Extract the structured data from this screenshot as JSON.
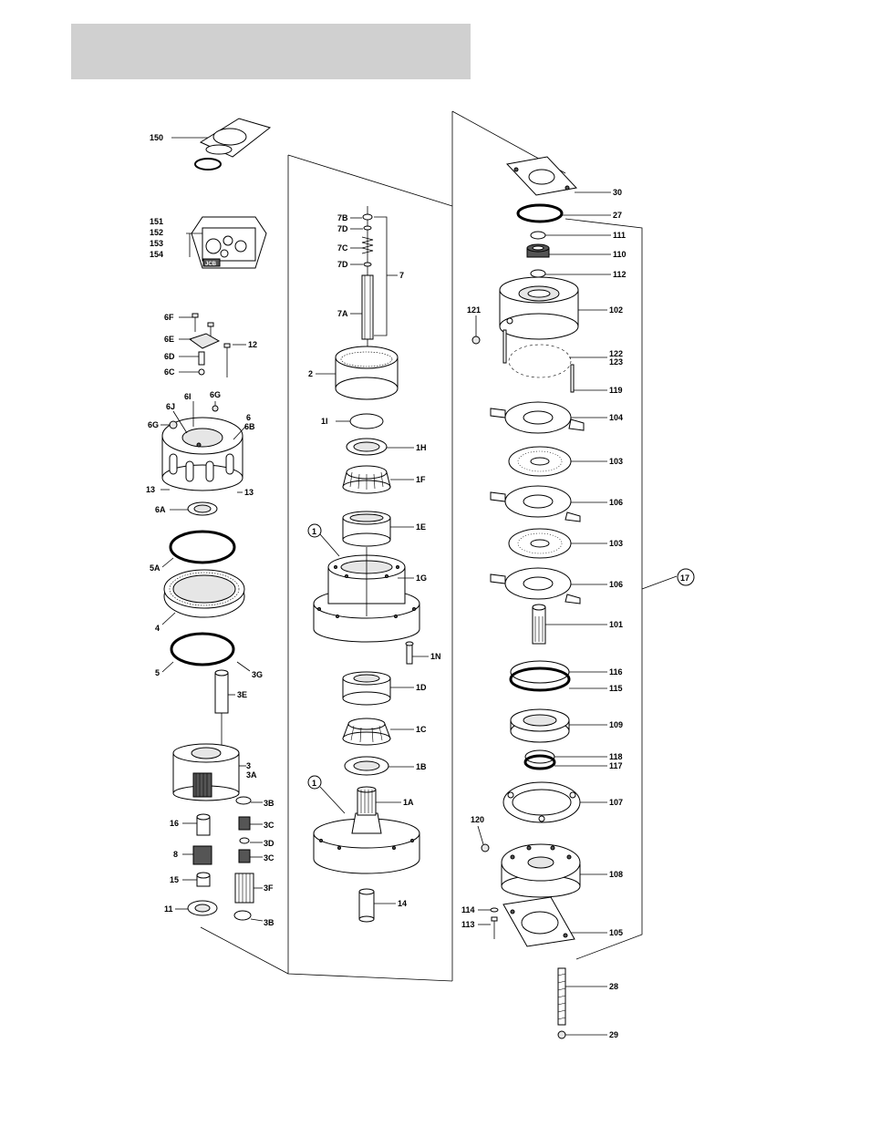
{
  "header": {
    "bar_color": "#d0d0d0"
  },
  "labels": {
    "l150": "150",
    "l151": "151",
    "l152": "152",
    "l153": "153",
    "l154": "154",
    "l6F": "6F",
    "l6E": "6E",
    "l6D": "6D",
    "l6C": "6C",
    "l12": "12",
    "l6I": "6I",
    "l6G_top": "6G",
    "l6J": "6J",
    "l6G": "6G",
    "l6": "6",
    "l6B": "6B",
    "l13a": "13",
    "l13b": "13",
    "l6A": "6A",
    "l5A": "5A",
    "l4": "4",
    "l5": "5",
    "l3G": "3G",
    "l3E": "3E",
    "l3": "3",
    "l3A": "3A",
    "l3B_top": "3B",
    "l16": "16",
    "l3C_top": "3C",
    "l3D": "3D",
    "l8": "8",
    "l3C": "3C",
    "l3F": "3F",
    "l15": "15",
    "l11": "11",
    "l3B": "3B",
    "l7B": "7B",
    "l7D_top": "7D",
    "l7C": "7C",
    "l7D": "7D",
    "l7": "7",
    "l7A": "7A",
    "l2": "2",
    "l1I": "1I",
    "l1H": "1H",
    "l1F": "1F",
    "l1E": "1E",
    "l1_circ": "1",
    "l1G": "1G",
    "l1N": "1N",
    "l1D": "1D",
    "l1C": "1C",
    "l1B": "1B",
    "l1_circ2": "1",
    "l1A": "1A",
    "l14": "14",
    "l30": "30",
    "l27": "27",
    "l111": "111",
    "l110": "110",
    "l112": "112",
    "l121": "121",
    "l102": "102",
    "l122": "122",
    "l123": "123",
    "l119": "119",
    "l104": "104",
    "l103_top": "103",
    "l106_top": "106",
    "l103": "103",
    "l106": "106",
    "l17": "17",
    "l101": "101",
    "l116": "116",
    "l115": "115",
    "l109": "109",
    "l118": "118",
    "l117": "117",
    "l107": "107",
    "l120": "120",
    "l108": "108",
    "l114": "114",
    "l113": "113",
    "l105": "105",
    "l28": "28",
    "l29": "29"
  },
  "kit_box_text": "JCB"
}
